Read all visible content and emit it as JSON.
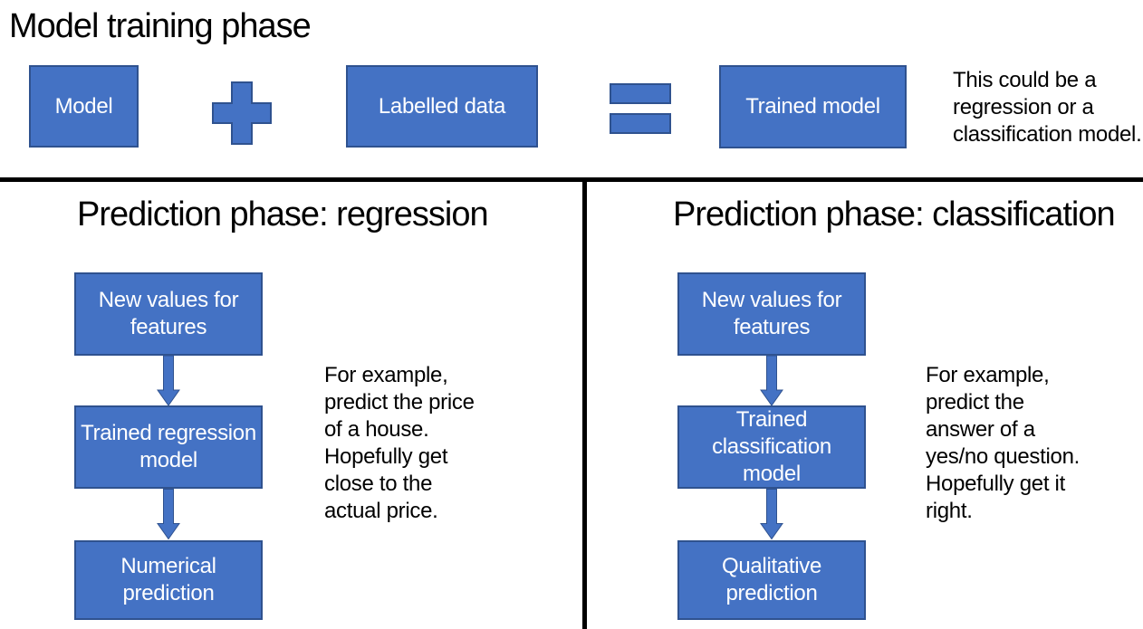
{
  "colors": {
    "shape_fill": "#4472C4",
    "shape_border": "#2F528F",
    "divider": "#000000",
    "text": "#000000",
    "box_text": "#FFFFFF"
  },
  "training": {
    "title": "Model training phase",
    "boxes": {
      "model": "Model",
      "labelled": "Labelled data",
      "trained": "Trained model"
    },
    "plus_icon": "plus-icon",
    "equals_icon": "equals-icon",
    "note": "This could be a\nregression or a\nclassification model."
  },
  "regression": {
    "title": "Prediction phase: regression",
    "boxes": [
      "New values for\nfeatures",
      "Trained regression\nmodel",
      "Numerical\nprediction"
    ],
    "note": "For example,\npredict the price\nof a house.\nHopefully get\nclose to the\nactual price."
  },
  "classification": {
    "title": "Prediction phase: classification",
    "boxes": [
      "New values for\nfeatures",
      "Trained\nclassification\nmodel",
      "Qualitative\nprediction"
    ],
    "note": "For example,\npredict the\nanswer of a\nyes/no question.\nHopefully get it\nright."
  }
}
